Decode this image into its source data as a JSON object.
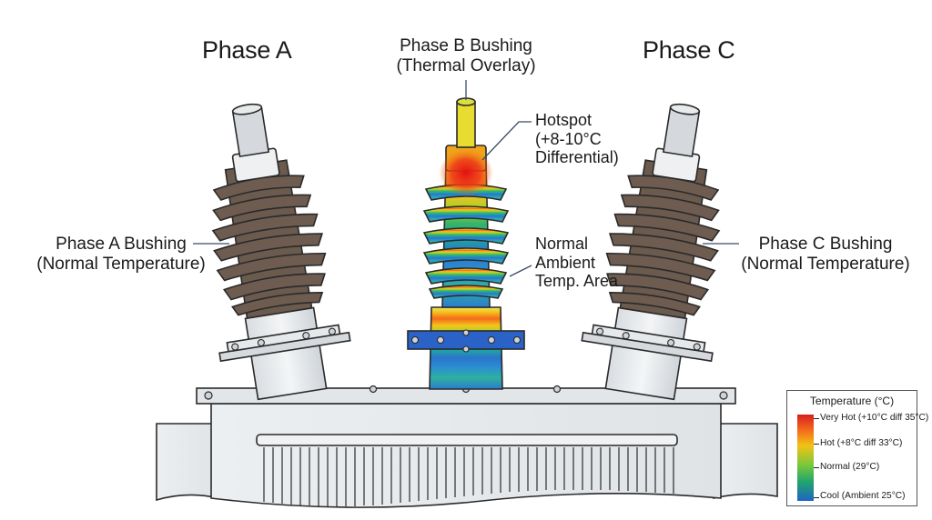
{
  "phases": {
    "a": {
      "title": "Phase A",
      "label_line1": "Phase A Bushing",
      "label_line2": "(Normal Temperature)"
    },
    "b": {
      "label_line1": "Phase B Bushing",
      "label_line2": "(Thermal Overlay)"
    },
    "c": {
      "title": "Phase C",
      "label_line1": "Phase C Bushing",
      "label_line2": "(Normal Temperature)"
    }
  },
  "callouts": {
    "hotspot": {
      "line1": "Hotspot",
      "line2": "(+8-10°C",
      "line3": "Differential)"
    },
    "normal": {
      "line1": "Normal",
      "line2": "Ambient",
      "line3": "Temp. Area"
    }
  },
  "legend": {
    "title": "Temperature (°C)",
    "items": [
      "Very Hot (+10°C diff 35°C)",
      "Hot (+8°C diff 33°C)",
      "Normal (29°C)",
      "Cool (Ambient 25°C)"
    ],
    "colors": [
      "#d62020",
      "#f2c215",
      "#1fa56e",
      "#1f64c4"
    ]
  },
  "colors": {
    "porcelain": "#6b5a4e",
    "metal": "#e6e9ec",
    "outline": "#2a2a2a",
    "hotspot": "#e31d1d",
    "cool": "#2a62c8"
  }
}
